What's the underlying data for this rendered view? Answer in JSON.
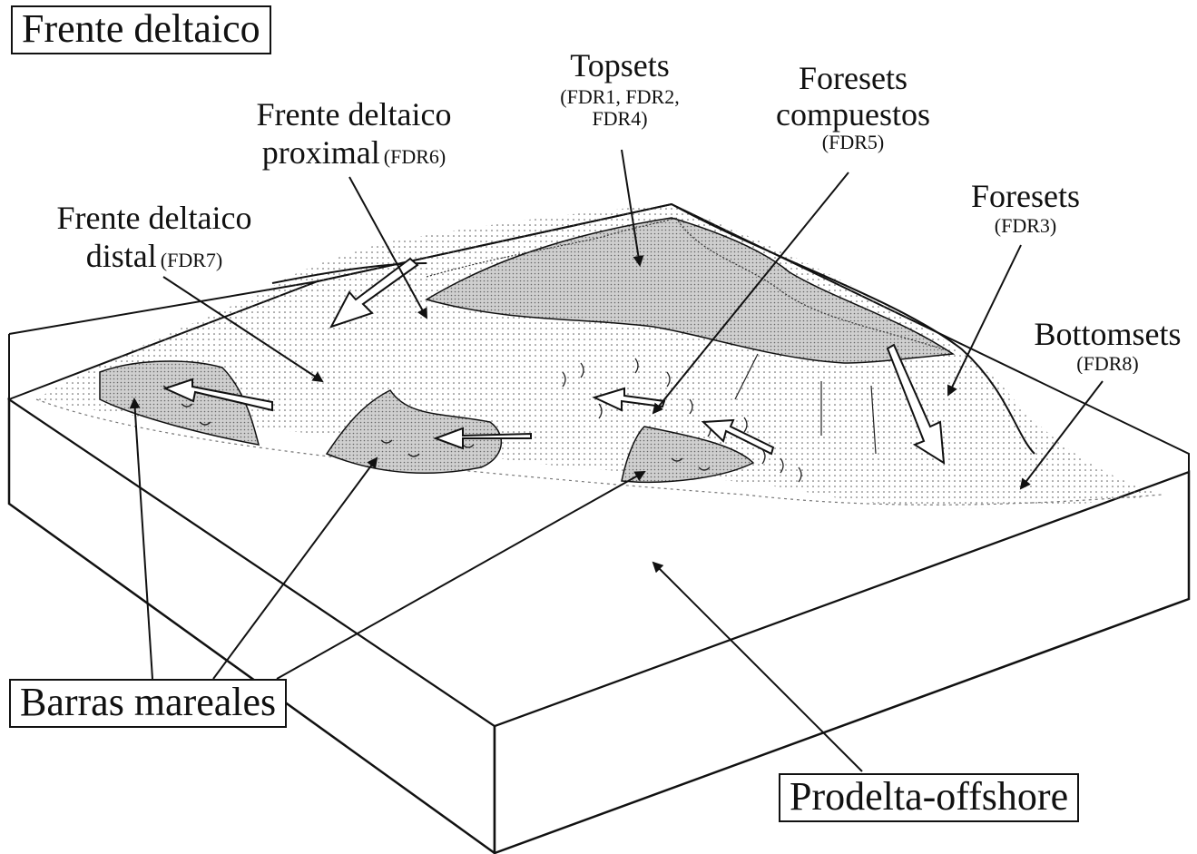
{
  "title": "Frente deltaico",
  "labels": {
    "topsets": {
      "name": "Topsets",
      "codes_line1": "(FDR1, FDR2,",
      "codes_line2": "FDR4)"
    },
    "proximal": {
      "line1": "Frente deltaico",
      "line2": "proximal",
      "code": "(FDR6)"
    },
    "foresets_compuestos": {
      "line1": "Foresets",
      "line2": "compuestos",
      "code": "(FDR5)"
    },
    "foresets": {
      "name": "Foresets",
      "code": "(FDR3)"
    },
    "distal": {
      "line1": "Frente deltaico",
      "line2": "distal",
      "code": "(FDR7)"
    },
    "bottomsets": {
      "name": "Bottomsets",
      "code": "(FDR8)"
    },
    "barras": "Barras mareales",
    "prodelta": "Prodelta-offshore"
  }
}
